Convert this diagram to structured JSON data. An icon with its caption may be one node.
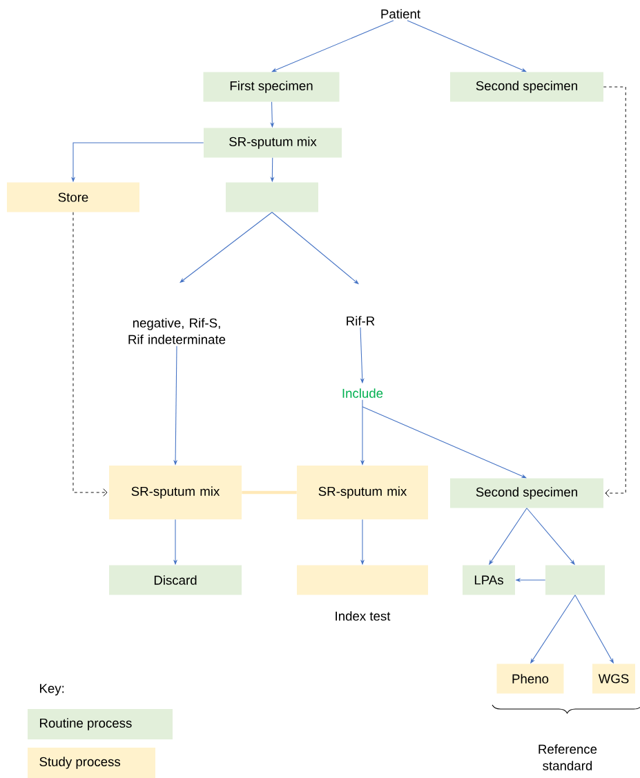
{
  "diagram": {
    "nodes": [
      {
        "text": [
          "Patient"
        ]
      },
      {
        "text": [
          "First specimen"
        ]
      },
      {
        "text": [
          "Second specimen"
        ]
      },
      {
        "text": [
          "SR-sputum mix"
        ]
      },
      {
        "text": [
          "Store"
        ]
      },
      {
        "text": [],
        "shape": "box"
      },
      {
        "text": [
          "negative, Rif-S, Rif indeterminate"
        ]
      },
      {
        "text": [
          "Rif-R"
        ]
      },
      {
        "text": [
          "Include"
        ]
      },
      {
        "text": [
          "SR-sputum mix"
        ]
      },
      {
        "text": [
          "SR-sputum mix"
        ]
      },
      {
        "text": [
          "Second specimen"
        ]
      },
      {
        "text": [
          "Discard"
        ]
      },
      {
        "text": [],
        "shape": "box",
        "beside": [
          "Index test"
        ]
      },
      {
        "text": [
          "LPAs"
        ]
      },
      {
        "text": [],
        "shape": "box"
      },
      {
        "text": [
          "Pheno"
        ]
      },
      {
        "text": [
          "WGS"
        ]
      }
    ],
    "edges": [
      {
        "from": 0,
        "to": 1,
        "arrow": "to"
      },
      {
        "from": 0,
        "to": 2,
        "arrow": "to"
      },
      {
        "from": 1,
        "to": 3,
        "arrow": "to"
      },
      {
        "from": 3,
        "to": 4,
        "arrow": "to"
      },
      {
        "from": 3,
        "to": 5,
        "arrow": "to"
      },
      {
        "from": 5,
        "to": 6,
        "arrow": "to"
      },
      {
        "from": 5,
        "to": 7,
        "arrow": "to"
      },
      {
        "from": 7,
        "to": 8,
        "arrow": "to"
      },
      {
        "from": 6,
        "to": 9,
        "arrow": "to"
      },
      {
        "from": 4,
        "to": 9,
        "arrow": "to",
        "style": "dashed",
        "color": "#000000"
      },
      {
        "from": 8,
        "to": 10,
        "arrow": "to"
      },
      {
        "from": 8,
        "to": 11,
        "arrow": "to"
      },
      {
        "from": 2,
        "to": 11,
        "arrow": "to",
        "style": "dashed",
        "color": "#000000"
      },
      {
        "from": 9,
        "to": 10,
        "arrow": "none",
        "style": "thick",
        "color": "#ffe9b8"
      },
      {
        "from": 9,
        "to": 12,
        "arrow": "to"
      },
      {
        "from": 10,
        "to": 13,
        "arrow": "to"
      },
      {
        "from": 11,
        "to": 14,
        "arrow": "to"
      },
      {
        "from": 11,
        "to": 15,
        "arrow": "to"
      },
      {
        "from": 15,
        "to": 14,
        "arrow": "to"
      },
      {
        "from": 15,
        "to": 16,
        "arrow": "to"
      },
      {
        "from": 15,
        "to": 17,
        "arrow": "to"
      }
    ],
    "labels": [
      "Key:",
      "Reference standard"
    ],
    "legend": [
      {
        "text": "Routine process",
        "color": "#e2efda"
      },
      {
        "text": "Study process",
        "color": "#fff2cc"
      }
    ]
  }
}
